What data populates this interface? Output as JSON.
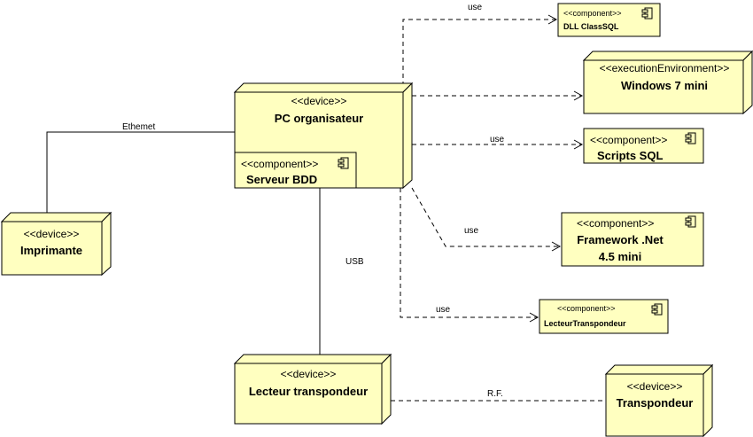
{
  "nodes": {
    "pc": {
      "stereotype": "<<device>>",
      "name": "PC organisateur"
    },
    "imprimante": {
      "stereotype": "<<device>>",
      "name": "Imprimante"
    },
    "lecteur": {
      "stereotype": "<<device>>",
      "name": "Lecteur transpondeur"
    },
    "transpondeur": {
      "stereotype": "<<device>>",
      "name": "Transpondeur"
    },
    "windows": {
      "stereotype": "<<executionEnvironment>>",
      "name": "Windows 7 mini"
    }
  },
  "components": {
    "serveur_bdd": {
      "stereotype": "<<component>>",
      "name": "Serveur BDD"
    },
    "dll": {
      "stereotype": "<<component>>",
      "name": "DLL ClassSQL"
    },
    "scripts": {
      "stereotype": "<<component>>",
      "name": "Scripts SQL"
    },
    "framework": {
      "stereotype": "<<component>>",
      "name_line1": "Framework .Net",
      "name_line2": "4.5 mini"
    },
    "lecteur_comp": {
      "stereotype": "<<component>>",
      "name": "LecteurTranspondeur"
    }
  },
  "connections": {
    "ethernet": "Ethemet",
    "usb": "USB",
    "rf": "R.F.",
    "use_dll": "use",
    "use_scripts": "use",
    "use_framework": "use",
    "use_lecteur": "use"
  },
  "colors": {
    "node_fill": "#ffffc0",
    "stroke": "#000000"
  }
}
